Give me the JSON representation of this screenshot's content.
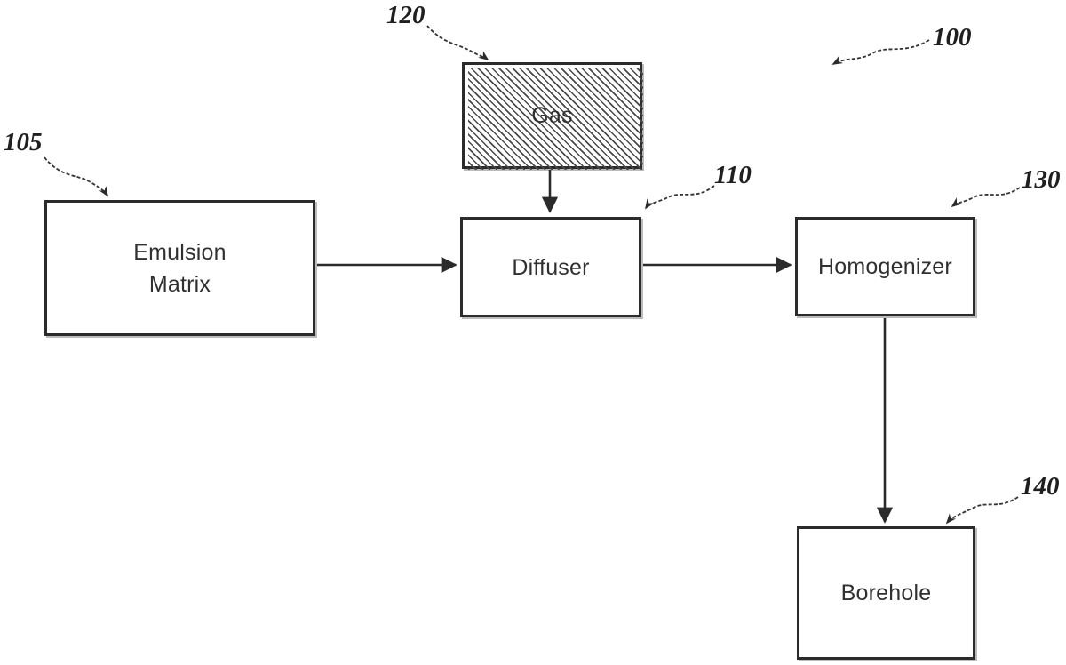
{
  "figure": {
    "ref": "100"
  },
  "boxes": {
    "emulsion_matrix": {
      "label_line1": "Emulsion",
      "label_line2": "Matrix",
      "ref": "105"
    },
    "gas": {
      "label": "Gas",
      "ref": "120"
    },
    "diffuser": {
      "label": "Diffuser",
      "ref": "110"
    },
    "homogenizer": {
      "label": "Homogenizer",
      "ref": "130"
    },
    "borehole": {
      "label": "Borehole",
      "ref": "140"
    }
  },
  "connections": [
    {
      "from": "emulsion_matrix",
      "to": "diffuser",
      "style": "arrow"
    },
    {
      "from": "gas",
      "to": "diffuser",
      "style": "arrow"
    },
    {
      "from": "diffuser",
      "to": "homogenizer",
      "style": "arrow"
    },
    {
      "from": "homogenizer",
      "to": "borehole",
      "style": "arrow"
    }
  ],
  "colors": {
    "line": "#2b2b2b",
    "text": "#303030",
    "background": "#ffffff"
  }
}
